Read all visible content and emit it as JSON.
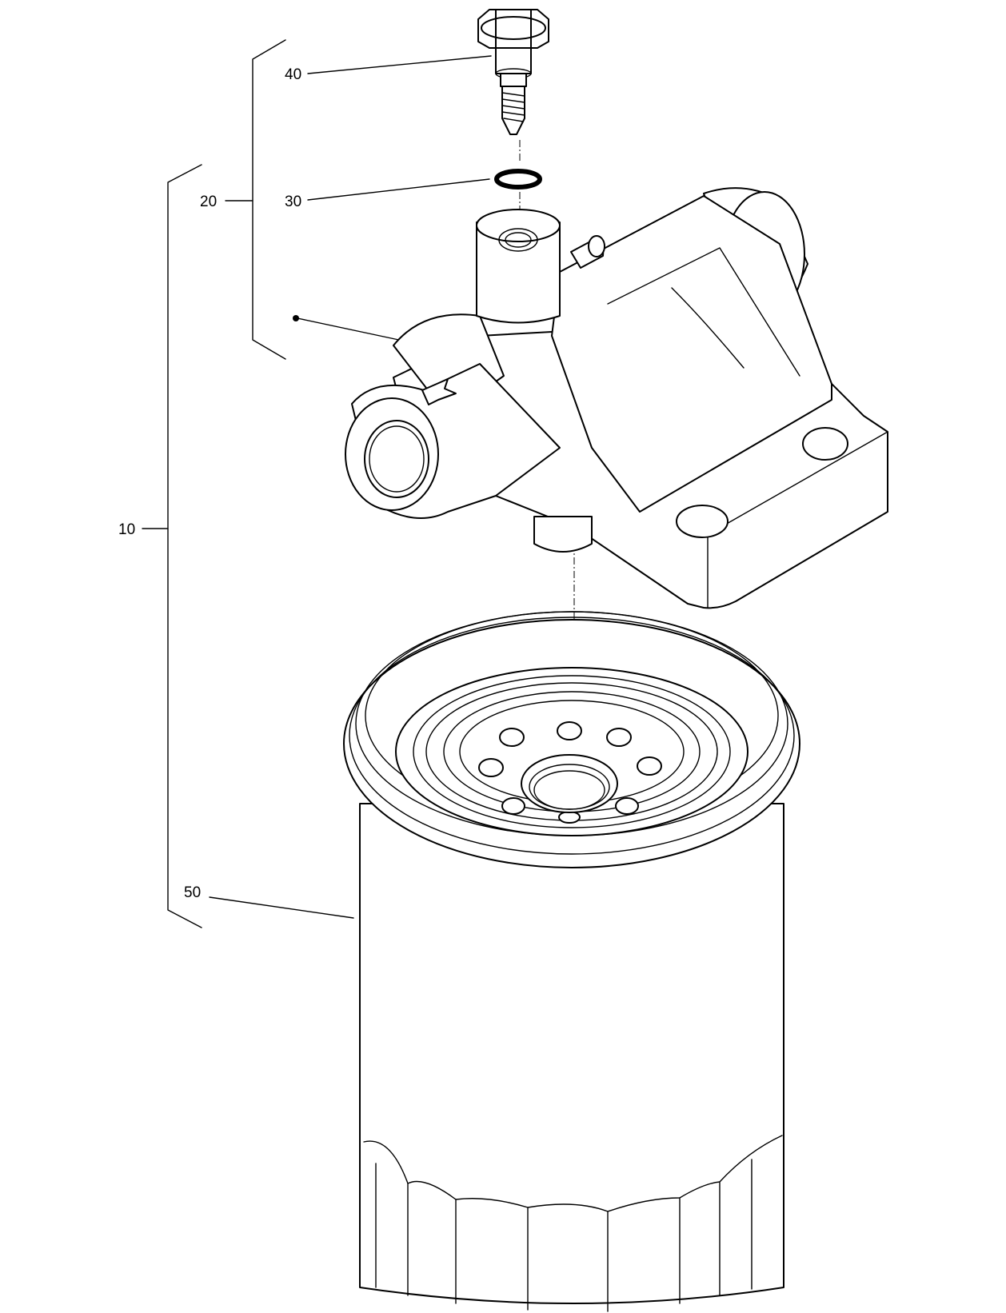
{
  "diagram": {
    "callouts": [
      {
        "id": "c10",
        "text": "10"
      },
      {
        "id": "c20",
        "text": "20"
      },
      {
        "id": "c30",
        "text": "30"
      },
      {
        "id": "c40",
        "text": "40"
      },
      {
        "id": "c50",
        "text": "50"
      }
    ],
    "parts": [
      {
        "callout": "40",
        "icon": "bleed-screw-icon"
      },
      {
        "callout": "30",
        "icon": "o-ring-icon"
      },
      {
        "callout": "20",
        "icon": "filter-head-icon"
      },
      {
        "callout": "50",
        "icon": "filter-cartridge-icon"
      }
    ],
    "line_color": "#000000",
    "background": "#ffffff"
  }
}
